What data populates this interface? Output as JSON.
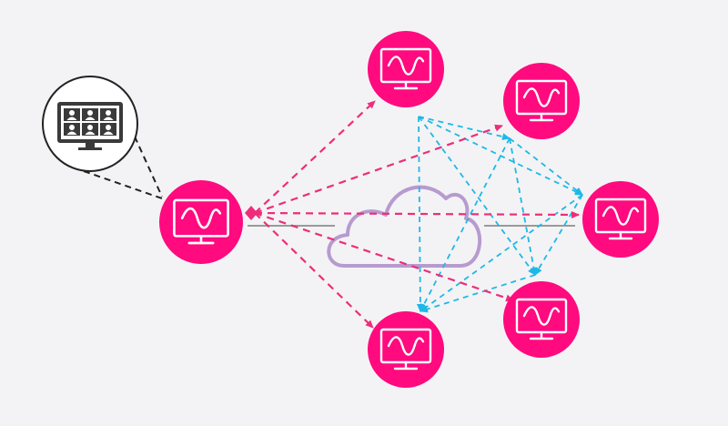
{
  "diagram": {
    "colors": {
      "background": "#f3f3f5",
      "node": "#ff0a7f",
      "pink_link": "#ee2d7a",
      "blue_link": "#1eb8e8",
      "black_link": "#222222",
      "cloud": "#b79bcf",
      "baseline": "#9a9a9a",
      "monitor_glyph": "#ffffff",
      "video_wall_bezel": "#3a3a3a"
    },
    "icons": {
      "node": "monitor-with-waveform-icon",
      "callout": "video-conference-grid-icon",
      "network": "cloud-icon"
    },
    "nodes": [
      {
        "id": "source-node"
      },
      {
        "id": "receiver-node-top"
      },
      {
        "id": "receiver-node-upper-right"
      },
      {
        "id": "receiver-node-right"
      },
      {
        "id": "receiver-node-lower-right"
      },
      {
        "id": "receiver-node-bottom"
      }
    ],
    "callout": {
      "participant_tiles": 6,
      "grid": "3x2"
    },
    "pink_links": [
      [
        "source-node",
        "receiver-node-top"
      ],
      [
        "source-node",
        "receiver-node-upper-right"
      ],
      [
        "source-node",
        "receiver-node-right"
      ],
      [
        "source-node",
        "receiver-node-lower-right"
      ],
      [
        "source-node",
        "receiver-node-bottom"
      ]
    ],
    "blue_links": [
      [
        "receiver-node-top",
        "receiver-node-upper-right"
      ],
      [
        "receiver-node-top",
        "receiver-node-right"
      ],
      [
        "receiver-node-top",
        "receiver-node-lower-right"
      ],
      [
        "receiver-node-top",
        "receiver-node-bottom"
      ],
      [
        "receiver-node-upper-right",
        "receiver-node-right"
      ],
      [
        "receiver-node-upper-right",
        "receiver-node-lower-right"
      ],
      [
        "receiver-node-upper-right",
        "receiver-node-bottom"
      ],
      [
        "receiver-node-right",
        "receiver-node-lower-right"
      ],
      [
        "receiver-node-right",
        "receiver-node-bottom"
      ],
      [
        "receiver-node-lower-right",
        "receiver-node-bottom"
      ]
    ]
  }
}
